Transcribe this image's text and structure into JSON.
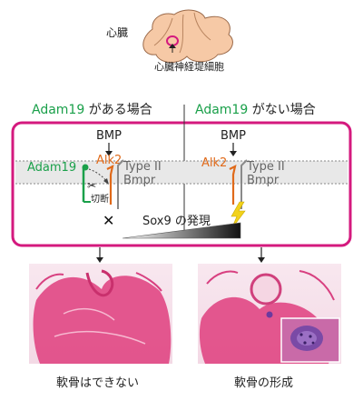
{
  "heart": {
    "title": "心臓",
    "region_label": "心臓神経堤細胞"
  },
  "conditions": {
    "left": {
      "gene": "Adam19",
      "suffix": " がある場合"
    },
    "right": {
      "gene": "Adam19",
      "suffix": " がない場合"
    }
  },
  "panel_left": {
    "ligand": "BMP",
    "protease": "Adam19",
    "receptor1": "Alk2",
    "receptor2_line1": "Type II",
    "receptor2_line2": "Bmpr",
    "cleavage": "切断",
    "block_mark": "✕"
  },
  "panel_right": {
    "ligand": "BMP",
    "receptor1": "Alk2",
    "receptor2_line1": "Type II",
    "receptor2_line2": "Bmpr",
    "signal_mark": "⚡"
  },
  "expression_label": "Sox9 の発現",
  "captions": {
    "left": "軟骨はできない",
    "right": "軟骨の形成"
  },
  "colors": {
    "frame": "#d4197e",
    "adam19": "#1aa04a",
    "alk2": "#e06a1a",
    "receptor_gray": "#8a8a8a",
    "heart_fill": "#f6c9a6",
    "lightning": "#f2d21b",
    "tissue": "#e14a86"
  }
}
